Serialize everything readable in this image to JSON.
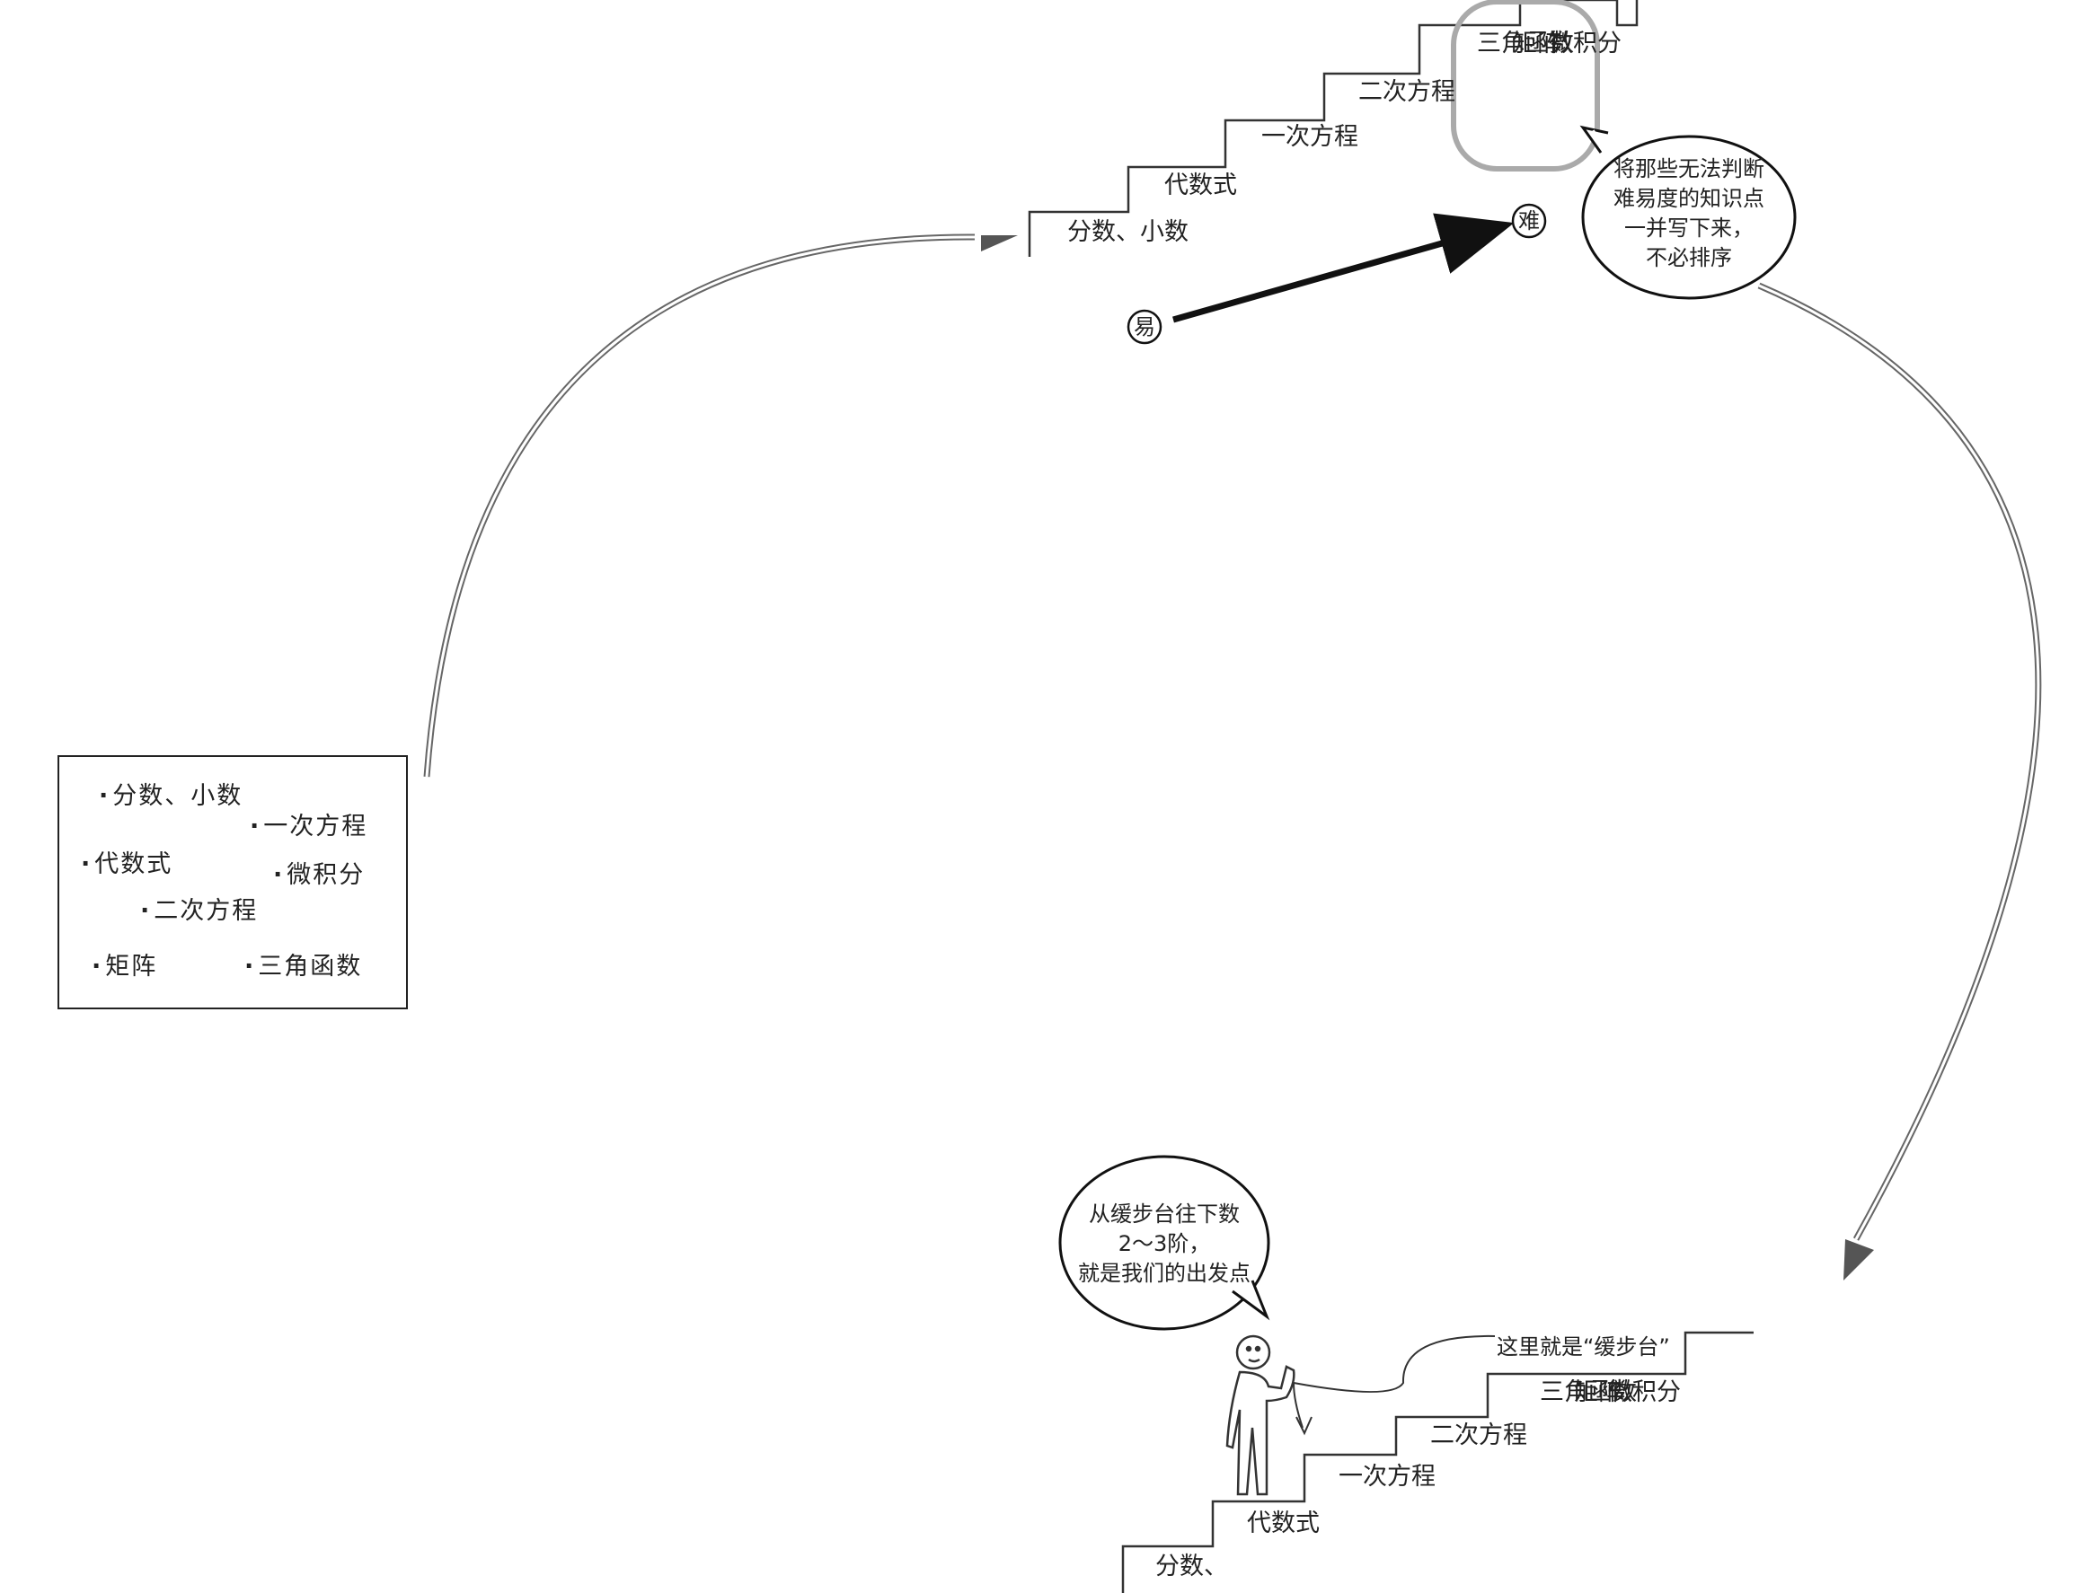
{
  "list_box": {
    "items": [
      "分数、小数",
      "一次方程",
      "代数式",
      "微积分",
      "二次方程",
      "矩阵",
      "三角函数"
    ]
  },
  "top_stairs": {
    "steps": [
      "分数、小数",
      "代数式",
      "一次方程",
      "二次方程",
      "三角函数",
      "矩阵",
      "微积分"
    ],
    "easy_mark": "易",
    "hard_mark": "难",
    "bubble": "将那些无法判断\n难易度的知识点\n一并写下来，\n不必排序"
  },
  "bottom_stairs": {
    "steps": [
      "分数、",
      "代数式",
      "一次方程",
      "二次方程",
      "三角函数",
      "矩阵",
      "微积分"
    ],
    "bubble": "从缓步台往下数\n2～3阶，\n就是我们的出发点",
    "landing_note": "这里就是“缓步台”"
  }
}
